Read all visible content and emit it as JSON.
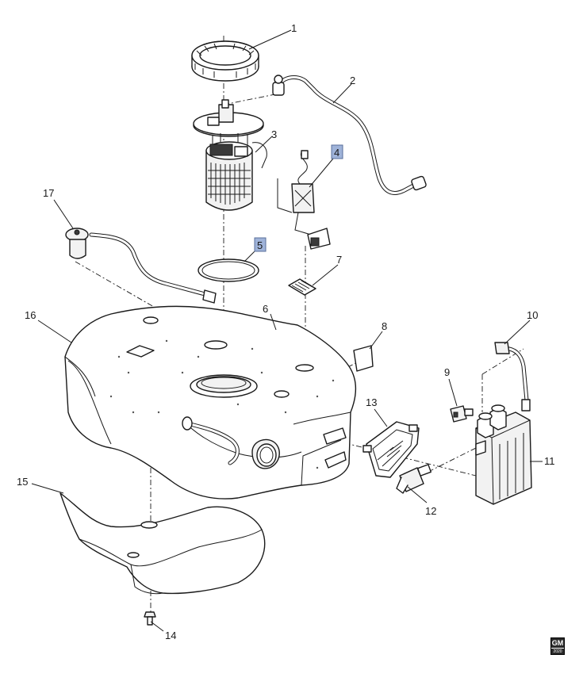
{
  "diagram": {
    "callouts": [
      {
        "id": "callout-1",
        "label": "1"
      },
      {
        "id": "callout-2",
        "label": "2"
      },
      {
        "id": "callout-3",
        "label": "3"
      },
      {
        "id": "callout-4",
        "label": "4",
        "highlighted": true
      },
      {
        "id": "callout-5",
        "label": "5",
        "highlighted": true
      },
      {
        "id": "callout-6",
        "label": "6"
      },
      {
        "id": "callout-7",
        "label": "7"
      },
      {
        "id": "callout-8",
        "label": "8"
      },
      {
        "id": "callout-9",
        "label": "9"
      },
      {
        "id": "callout-10",
        "label": "10"
      },
      {
        "id": "callout-11",
        "label": "11"
      },
      {
        "id": "callout-12",
        "label": "12"
      },
      {
        "id": "callout-13",
        "label": "13"
      },
      {
        "id": "callout-14",
        "label": "14"
      },
      {
        "id": "callout-15",
        "label": "15"
      },
      {
        "id": "callout-16",
        "label": "16"
      },
      {
        "id": "callout-17",
        "label": "17"
      }
    ],
    "highlight_color": "#9fb3d9",
    "line_color": "#1a1a1a"
  },
  "logo": {
    "brand": "GM",
    "sub": "2020"
  }
}
